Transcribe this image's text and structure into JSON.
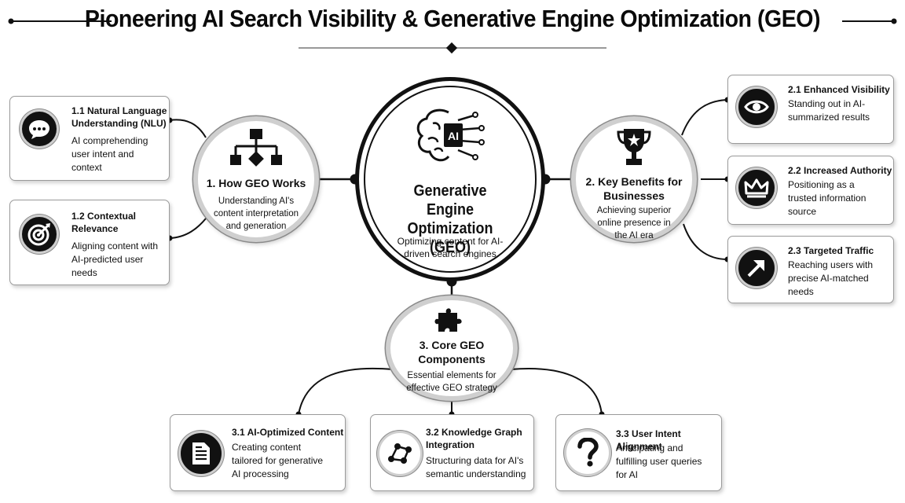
{
  "title": "Pioneering AI Search Visibility & Generative Engine Optimization (GEO)",
  "center": {
    "badge": "AI",
    "title": "Generative Engine Optimization (GEO)",
    "desc": "Optimizing content for AI-driven search engines"
  },
  "how": {
    "title": "1. How GEO Works",
    "desc": "Understanding AI's content interpretation and generation",
    "icon": "flowchart-icon",
    "items": [
      {
        "title": "1.1 Natural Language Understanding (NLU)",
        "desc": "AI comprehending user intent and context",
        "icon": "speech-bubble-icon"
      },
      {
        "title": "1.2 Contextual Relevance",
        "desc": "Aligning content with AI-predicted user needs",
        "icon": "target-icon"
      }
    ]
  },
  "benefits": {
    "title": "2. Key Benefits for Businesses",
    "desc": "Achieving superior online presence in the AI era",
    "icon": "trophy-icon",
    "items": [
      {
        "title": "2.1 Enhanced Visibility",
        "desc": "Standing out in AI-summarized results",
        "icon": "eye-icon"
      },
      {
        "title": "2.2 Increased Authority",
        "desc": "Positioning as a trusted information source",
        "icon": "crown-icon"
      },
      {
        "title": "2.3 Targeted Traffic",
        "desc": "Reaching users with precise AI-matched needs",
        "icon": "arrow-up-right-icon"
      }
    ]
  },
  "components": {
    "title": "3. Core GEO Components",
    "desc": "Essential elements for effective GEO strategy",
    "icon": "puzzle-piece-icon",
    "items": [
      {
        "title": "3.1 AI-Optimized Content",
        "desc": "Creating content tailored for generative AI processing",
        "icon": "document-icon"
      },
      {
        "title": "3.2 Knowledge Graph Integration",
        "desc": "Structuring data for AI's semantic understanding",
        "icon": "graph-nodes-icon"
      },
      {
        "title": "3.3 User Intent Alignment",
        "desc": "Anticipating and fulfilling user queries for AI",
        "icon": "question-mark-icon"
      }
    ]
  }
}
